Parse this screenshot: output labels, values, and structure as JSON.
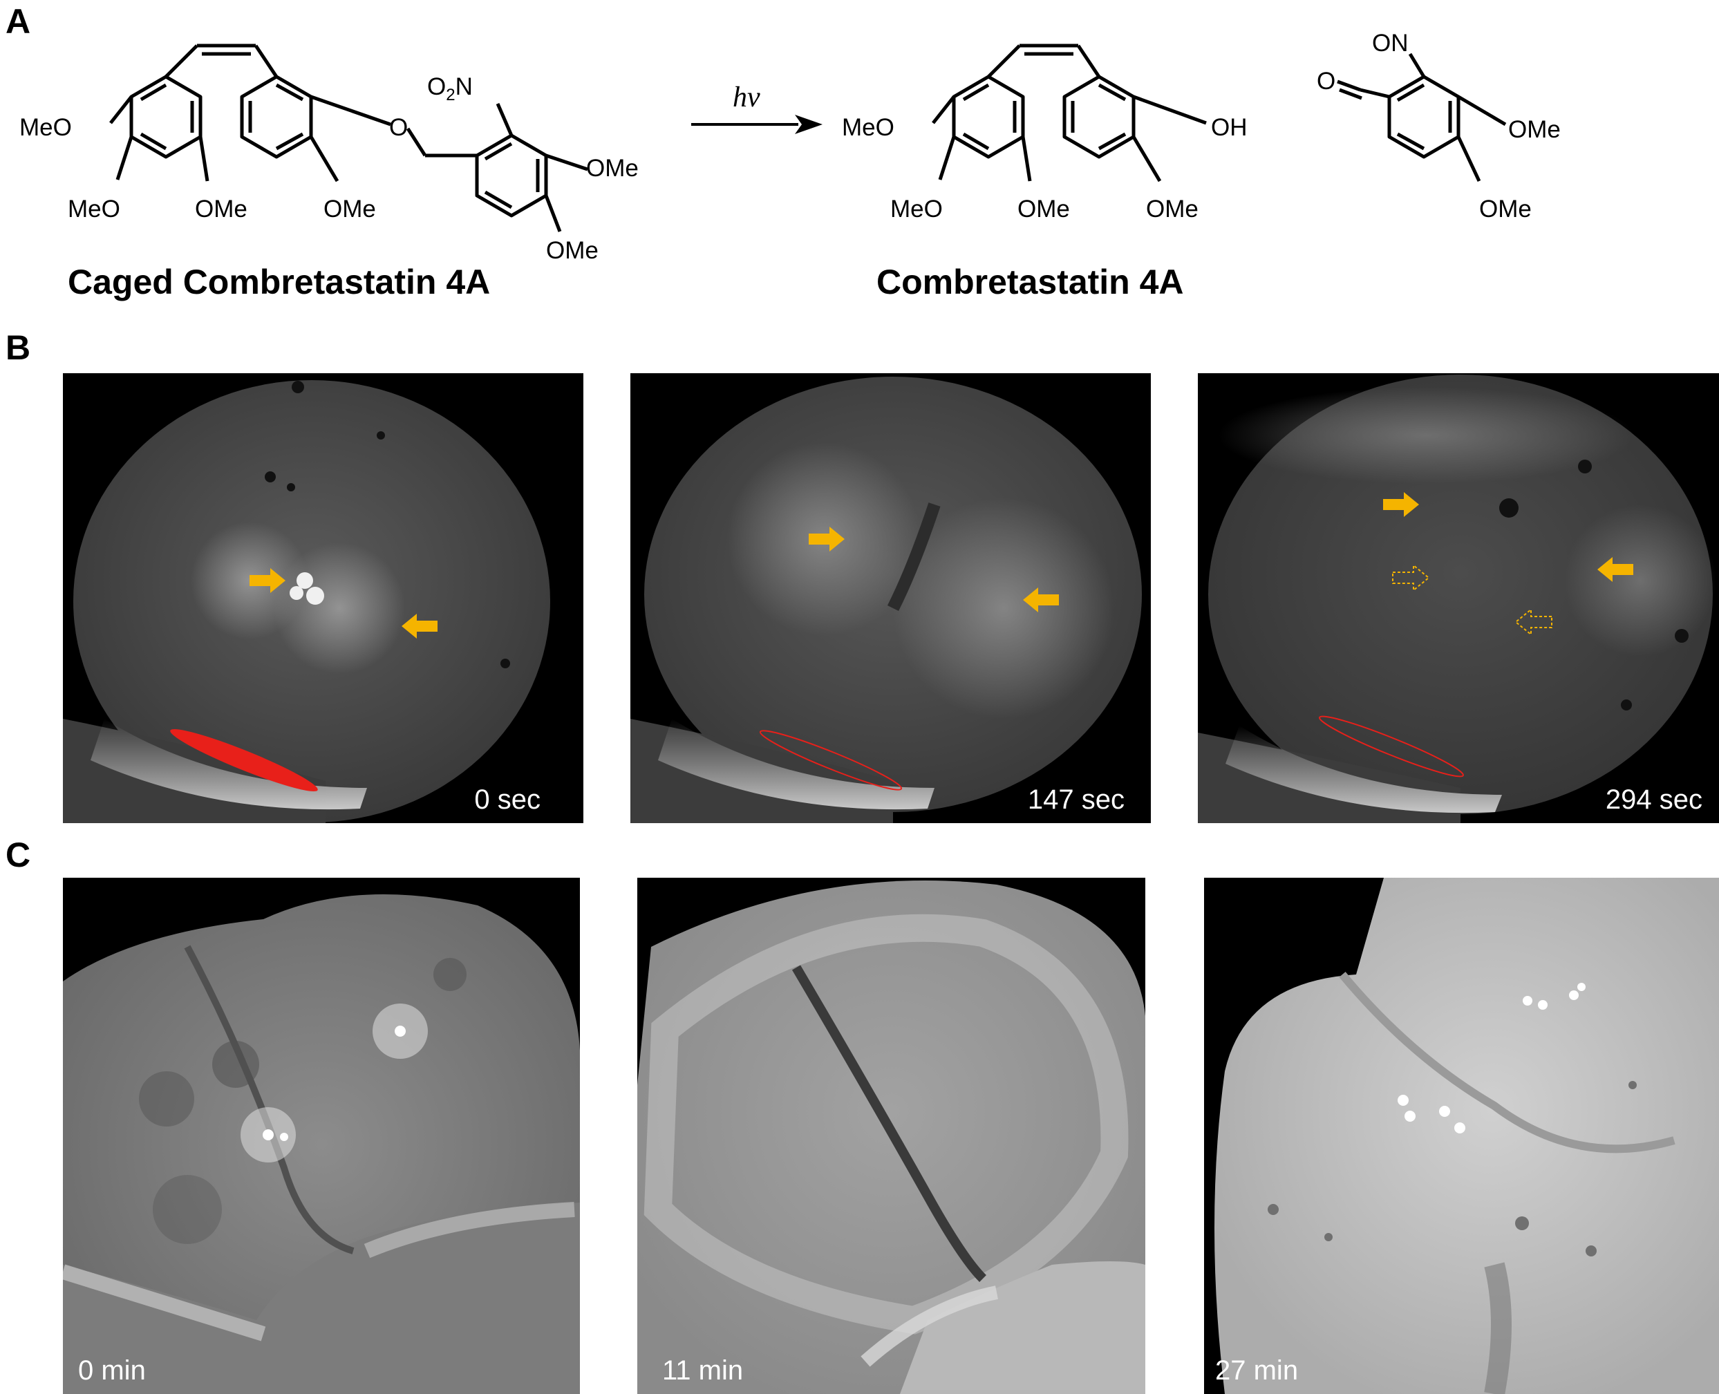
{
  "panels": {
    "a_label": "A",
    "b_label": "B",
    "c_label": "C"
  },
  "scheme": {
    "reactant_name": "Caged Combretastatin 4A",
    "product_name": "Combretastatin 4A",
    "arrow_label": "hν",
    "groups": {
      "meo": "MeO",
      "ome": "OMe",
      "oh": "OH",
      "o": "O",
      "o2n": "O2N",
      "on": "ON"
    }
  },
  "timelapse_b": [
    "0 sec",
    "147 sec",
    "294 sec"
  ],
  "timelapse_c": [
    "0 min",
    "11 min",
    "27 min"
  ],
  "colors": {
    "arrow": "#f5b400",
    "uncaging_region": "#e8201a"
  }
}
